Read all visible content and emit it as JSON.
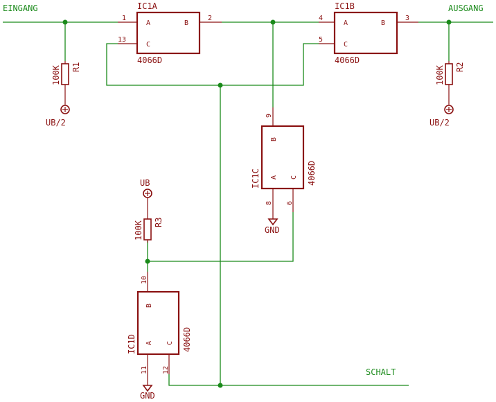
{
  "nets": {
    "input": "EINGANG",
    "output": "AUSGANG",
    "control": "SCHALT"
  },
  "chips": {
    "ic1a": {
      "name": "IC1A",
      "value": "4066D",
      "pin_a": "A",
      "pin_b": "B",
      "pin_c": "C",
      "num_a": "1",
      "num_b": "2",
      "num_c": "13"
    },
    "ic1b": {
      "name": "IC1B",
      "value": "4066D",
      "pin_a": "A",
      "pin_b": "B",
      "pin_c": "C",
      "num_a": "4",
      "num_b": "3",
      "num_c": "5"
    },
    "ic1c": {
      "name": "IC1C",
      "value": "4066D",
      "pin_a": "A",
      "pin_b": "B",
      "pin_c": "C",
      "num_a": "8",
      "num_b": "9",
      "num_c": "6"
    },
    "ic1d": {
      "name": "IC1D",
      "value": "4066D",
      "pin_a": "A",
      "pin_b": "B",
      "pin_c": "C",
      "num_a": "11",
      "num_b": "10",
      "num_c": "12"
    }
  },
  "resistors": {
    "r1": {
      "name": "R1",
      "value": "100K",
      "supply": "UB/2"
    },
    "r2": {
      "name": "R2",
      "value": "100K",
      "supply": "UB/2"
    },
    "r3": {
      "name": "R3",
      "value": "100K",
      "supply": "UB"
    }
  },
  "grounds": {
    "ic1c": "GND",
    "ic1d": "GND"
  },
  "colors": {
    "wire": "#1a8a1a",
    "part": "#8a1010",
    "background": "#ffffff"
  }
}
